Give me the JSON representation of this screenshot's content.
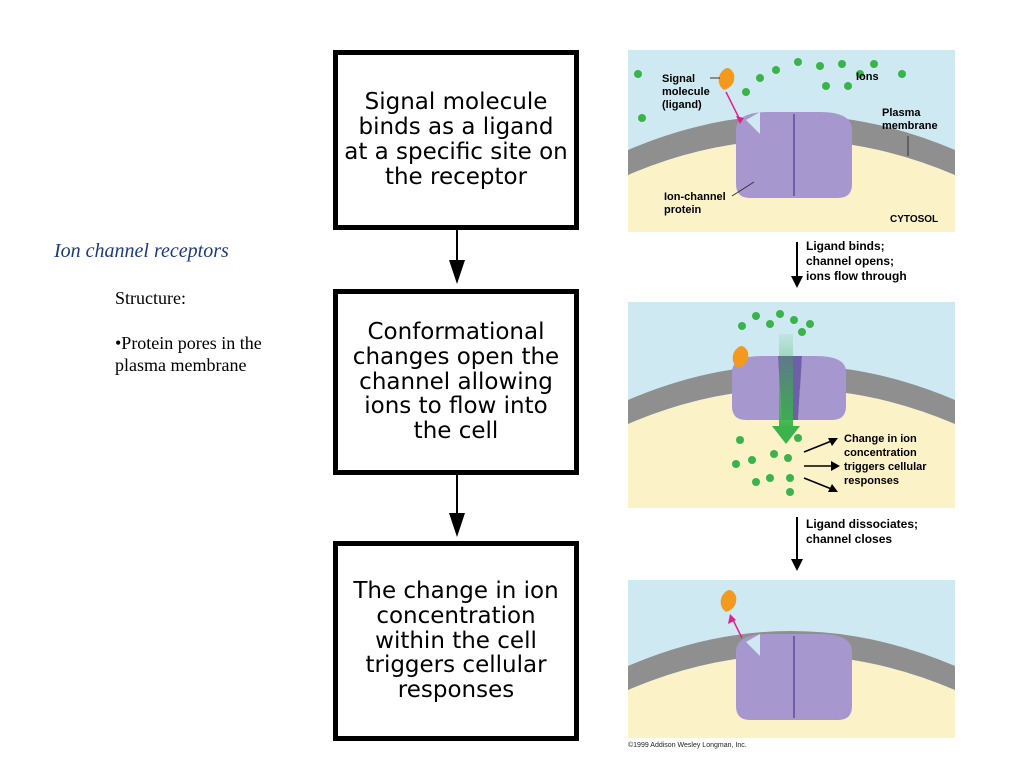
{
  "slide": {
    "heading": "Ion channel receptors",
    "structure_label": "Structure:",
    "bullet_line1": "•Protein pores in the",
    "bullet_line2": "plasma membrane"
  },
  "flowchart": {
    "box1": "Signal molecule binds as a ligand at a specific site on the receptor",
    "box2": "Conformational changes open the channel allowing ions to flow into the cell",
    "box3": "The change in ion concentration within the cell triggers cellular responses"
  },
  "illustration": {
    "panel1": {
      "signal_line1": "Signal",
      "signal_line2": "molecule",
      "signal_line3": "(ligand)",
      "ions": "Ions",
      "plasma_line1": "Plasma",
      "plasma_line2": "membrane",
      "ionchannel_line1": "Ion-channel",
      "ionchannel_line2": "protein",
      "cytosol": "CYTOSOL"
    },
    "step1_line1": "Ligand binds;",
    "step1_line2": "channel opens;",
    "step1_line3": "ions flow through",
    "panel2": {
      "change_line1": "Change in ion",
      "change_line2": "concentration",
      "change_line3": "triggers cellular",
      "change_line4": "responses"
    },
    "step2_line1": "Ligand dissociates;",
    "step2_line2": "channel closes",
    "copyright": "©1999 Addison Wesley Longman, Inc."
  },
  "colors": {
    "extracellular": "#cfe9f2",
    "membrane": "#8f8f8f",
    "cytosol": "#fbf2c8",
    "protein": "#a797cf",
    "protein_dark": "#6f5ea8",
    "ligand": "#f39a1e",
    "ion": "#39b34a",
    "heading": "#1f3a7a"
  }
}
